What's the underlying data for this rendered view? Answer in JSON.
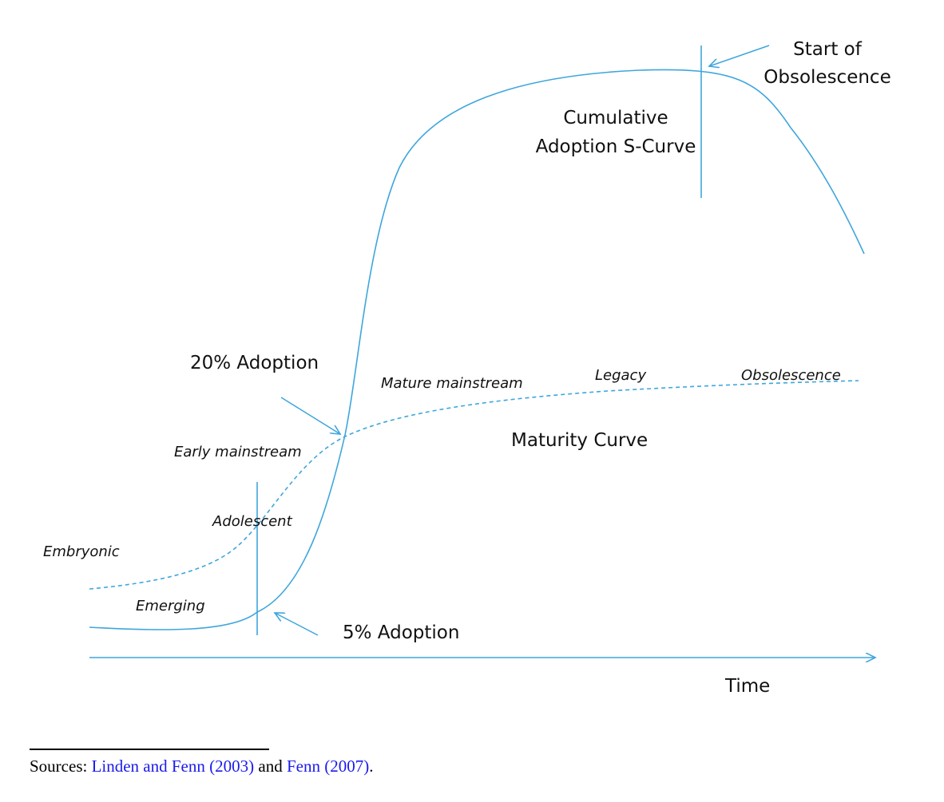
{
  "colors": {
    "line": "#3ea6dc",
    "footnote_link": "#1a1aee"
  },
  "labels": {
    "start_of": "Start of",
    "obsolescence_top": "Obsolescence",
    "cumulative": "Cumulative",
    "adoption_s_curve": "Adoption S-Curve",
    "adoption_20": "20% Adoption",
    "adoption_5": "5% Adoption",
    "maturity_curve": "Maturity Curve",
    "time": "Time"
  },
  "stages": {
    "embryonic": "Embryonic",
    "emerging": "Emerging",
    "adolescent": "Adolescent",
    "early_mainstream": "Early mainstream",
    "mature_mainstream": "Mature mainstream",
    "legacy": "Legacy",
    "obsolescence": "Obsolescence"
  },
  "footnote": {
    "prefix": "Sources: ",
    "ref1": "Linden and Fenn (2003)",
    "middle": " and ",
    "ref2": "Fenn (2007)",
    "suffix": "."
  }
}
